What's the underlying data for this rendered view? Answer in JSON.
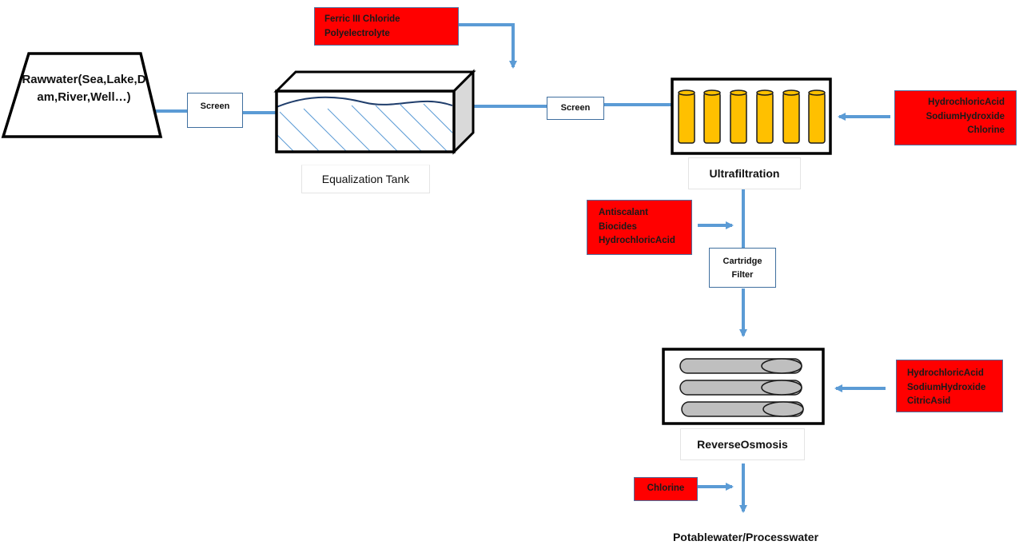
{
  "source": {
    "label_line1": "Rawwater(Sea,Lake,D",
    "label_line2": "am,River,Well…)"
  },
  "screen1": {
    "label": "Screen"
  },
  "screen2": {
    "label": "Screen"
  },
  "equalization_tank": {
    "label": "Equalization Tank"
  },
  "coagulant_dosing": {
    "line1": "Ferric III Chloride",
    "line2": "Polyelectrolyte"
  },
  "ultrafiltration": {
    "label": "Ultrafiltration"
  },
  "uf_cleaning": {
    "line1": "HydrochloricAcid",
    "line2": "SodiumHydroxide",
    "line3": "Chlorine"
  },
  "ro_pretreatment": {
    "line1": "Antiscalant",
    "line2": "Biocides",
    "line3": "HydrochloricAcid"
  },
  "cartridge_filter": {
    "line1": "Cartridge",
    "line2": "Filter"
  },
  "reverse_osmosis": {
    "label": "ReverseOsmosis"
  },
  "ro_cleaning": {
    "line1": "HydrochloricAcid",
    "line2": "SodiumHydroxide",
    "line3": "CitricAsid"
  },
  "post_dosing": {
    "label": "Chlorine"
  },
  "product": {
    "label": "Potablewater/Processwater"
  },
  "colors": {
    "pipe": "#5b9bd5",
    "chemical_fill": "#ff0000",
    "uf_cartridge": "#ffc000",
    "ro_membrane": "#bfbfbf"
  }
}
